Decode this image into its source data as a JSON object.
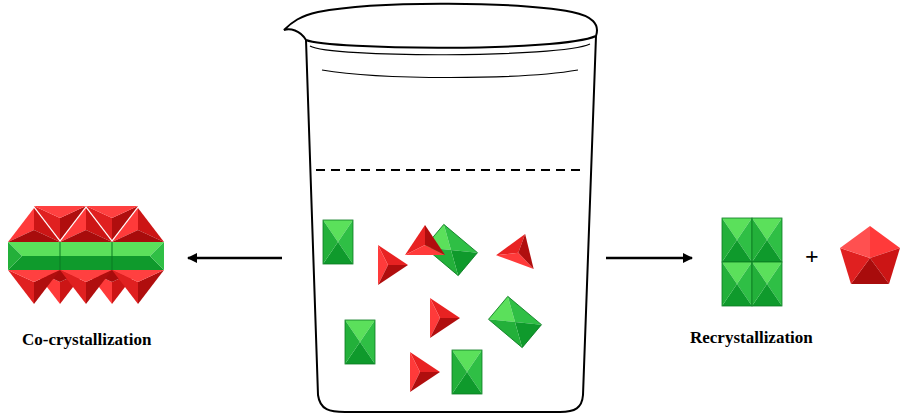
{
  "diagram": {
    "labels": [
      "Co-crystallization",
      "+",
      "Recrystallization"
    ]
  }
}
